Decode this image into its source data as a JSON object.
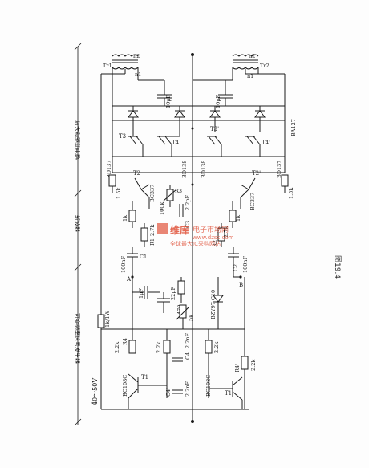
{
  "sections": {
    "oscillator": "可变频率信号发生器",
    "trigger": "斩波器",
    "amplifier": "放大和驱动电路"
  },
  "supply": "40～50V",
  "figure_label": "图19.4",
  "components": {
    "T1": "T1",
    "T1p": "T1'",
    "T2": "T2",
    "T2p": "T2'",
    "T3": "T3",
    "T3p": "T3'",
    "T4": "T4",
    "T4p": "T4'",
    "Tr1": "Tr1",
    "Tr2": "Tr2",
    "n1a": "n1",
    "n2a": "n2",
    "n1b": "n1",
    "n2b": "n2",
    "BC108C_1": "BC108C",
    "BC108C_2": "BC108C",
    "BC337_1": "BC337",
    "BC337_2": "BC337",
    "BD137_1": "BD137",
    "BD138_1": "BD138",
    "BD138_2": "BD138",
    "BD137_2": "BD137",
    "BA127": "BA127",
    "BZY97C10": "BZY97 C10",
    "R_1k1W": "1k/1W",
    "R4": "R4",
    "R4p": "R4'",
    "R_2k2_1": "2.2k",
    "R_2k2_2": "2.2k",
    "R_2k2_3": "2.2k",
    "R_2k2_4": "2.2k",
    "C4": "C4",
    "C4p": "C4'",
    "C_2n2_1": "2.2nF",
    "C_2n2_2": "2.2nF",
    "R_1k5_1": "1.5k",
    "R_1k5_2": "1.5k",
    "R_1k_1": "1k",
    "R_1k_2": "1k",
    "R1": "R1",
    "R2": "R2",
    "R_2k7_1": "2.7k",
    "R_2k7_2": "2.7k",
    "R3": "R3",
    "R_100k": "100k",
    "C3": "C3",
    "C_2p2": "2.2pF",
    "C1": "C1",
    "C2": "C2",
    "C_100nF_1": "100nF",
    "C_100nF_2": "100nF",
    "C_1uF": "1μF",
    "C_22uF": "22μF",
    "R_470": "470",
    "R_5k": "5k",
    "C_10uF_1": "10μF",
    "C_10uF_2": "10μF",
    "node_A": "A",
    "node_B": "B"
  },
  "watermark": {
    "brand": "维库",
    "title": "电子市场网",
    "url": "www.dzsc.com",
    "sub": "全球最大IC采购网站"
  }
}
